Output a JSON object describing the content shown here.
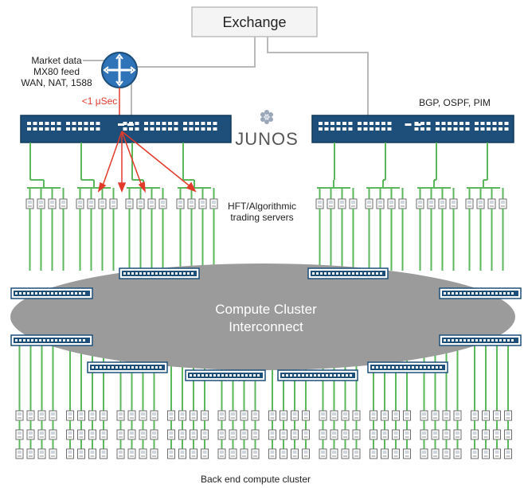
{
  "top": {
    "exchange_label": "Exchange",
    "market_data_lines": [
      "Market data",
      "MX80 feed",
      "WAN, NAT, 1588"
    ],
    "latency_label": "<1 μSec",
    "protocols_label": "BGP, OSPF, PIM",
    "os_logo_text": "JUNOS"
  },
  "middle": {
    "servers_label_lines": [
      "HFT/Algorithmic",
      "trading servers"
    ]
  },
  "cluster": {
    "label_lines": [
      "Compute Cluster",
      "Interconnect"
    ]
  },
  "bottom": {
    "caption": "Back end compute cluster"
  },
  "colors": {
    "switch_blue": "#1d4f7a",
    "link_green": "#5cb85c",
    "cluster_gray": "#9b9b9b",
    "latency_red": "#e23a2a",
    "router_blue": "#2f73b8",
    "line_gray": "#b9b9b9"
  }
}
